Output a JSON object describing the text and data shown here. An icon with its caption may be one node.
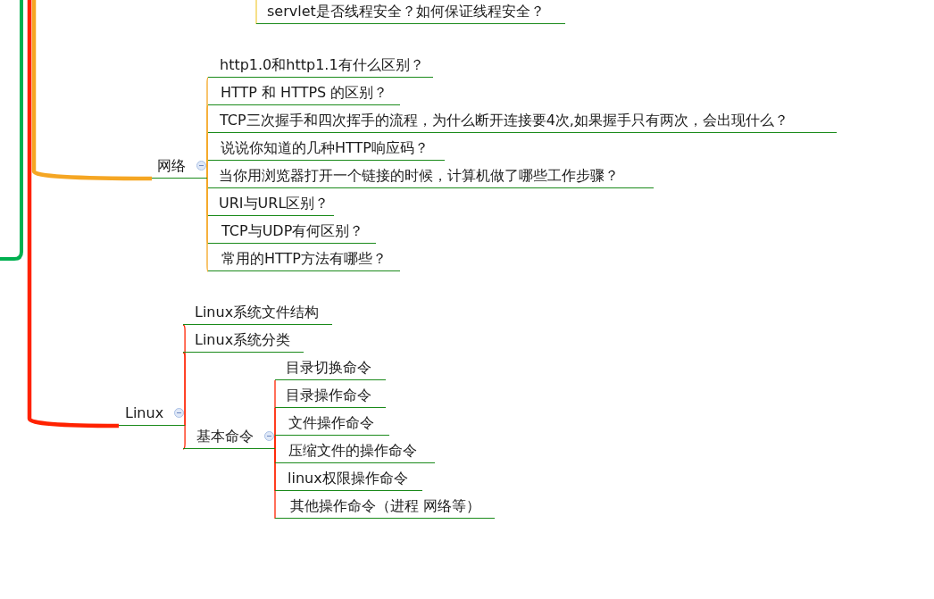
{
  "diagram": {
    "nodes": [
      {
        "text": [
          "servlet是否线程安全？如何保证线程安全？"
        ]
      },
      {
        "text": [
          "网络"
        ]
      },
      {
        "text": [
          "http1.0和http1.1有什么区别？"
        ]
      },
      {
        "text": [
          "HTTP 和 HTTPS 的区别？"
        ]
      },
      {
        "text": [
          "TCP三次握手和四次挥手的流程，为什么断开连接要4次,如果握手只有两次，会出现什么？"
        ]
      },
      {
        "text": [
          "说说你知道的几种HTTP响应码？"
        ]
      },
      {
        "text": [
          "当你用浏览器打开一个链接的时候，计算机做了哪些工作步骤？"
        ]
      },
      {
        "text": [
          "URI与URL区别？"
        ]
      },
      {
        "text": [
          "TCP与UDP有何区别？"
        ]
      },
      {
        "text": [
          "常用的HTTP方法有哪些？"
        ]
      },
      {
        "text": [
          "Linux"
        ]
      },
      {
        "text": [
          "Linux系统文件结构"
        ]
      },
      {
        "text": [
          "Linux系统分类"
        ]
      },
      {
        "text": [
          "基本命令"
        ]
      },
      {
        "text": [
          "目录切换命令"
        ]
      },
      {
        "text": [
          "目录操作命令"
        ]
      },
      {
        "text": [
          "文件操作命令"
        ]
      },
      {
        "text": [
          "压缩文件的操作命令"
        ]
      },
      {
        "text": [
          "linux权限操作命令"
        ]
      },
      {
        "text": [
          "其他操作命令（进程 网络等）"
        ]
      }
    ],
    "edges": [
      {
        "from": null,
        "to": 0,
        "arrow": "none",
        "color": "#f2d04a"
      },
      {
        "from": null,
        "to": 1,
        "arrow": "none",
        "color": "#f5a623",
        "style": "thick"
      },
      {
        "from": 1,
        "to": 2,
        "arrow": "none",
        "color": "#f5a623"
      },
      {
        "from": 1,
        "to": 3,
        "arrow": "none",
        "color": "#f5a623"
      },
      {
        "from": 1,
        "to": 4,
        "arrow": "none",
        "color": "#f5a623"
      },
      {
        "from": 1,
        "to": 5,
        "arrow": "none",
        "color": "#f5a623"
      },
      {
        "from": 1,
        "to": 6,
        "arrow": "none",
        "color": "#f5a623"
      },
      {
        "from": 1,
        "to": 7,
        "arrow": "none",
        "color": "#f5a623"
      },
      {
        "from": 1,
        "to": 8,
        "arrow": "none",
        "color": "#f5a623"
      },
      {
        "from": 1,
        "to": 9,
        "arrow": "none",
        "color": "#f5a623"
      },
      {
        "from": null,
        "to": 10,
        "arrow": "none",
        "style": "thick"
      },
      {
        "from": 10,
        "to": 11,
        "arrow": "none"
      },
      {
        "from": 10,
        "to": 12,
        "arrow": "none"
      },
      {
        "from": 10,
        "to": 13,
        "arrow": "none"
      },
      {
        "from": 13,
        "to": 14,
        "arrow": "none"
      },
      {
        "from": 13,
        "to": 15,
        "arrow": "none"
      },
      {
        "from": 13,
        "to": 16,
        "arrow": "none"
      },
      {
        "from": 13,
        "to": 17,
        "arrow": "none"
      },
      {
        "from": 13,
        "to": 18,
        "arrow": "none"
      },
      {
        "from": 13,
        "to": 19,
        "arrow": "none"
      }
    ]
  }
}
